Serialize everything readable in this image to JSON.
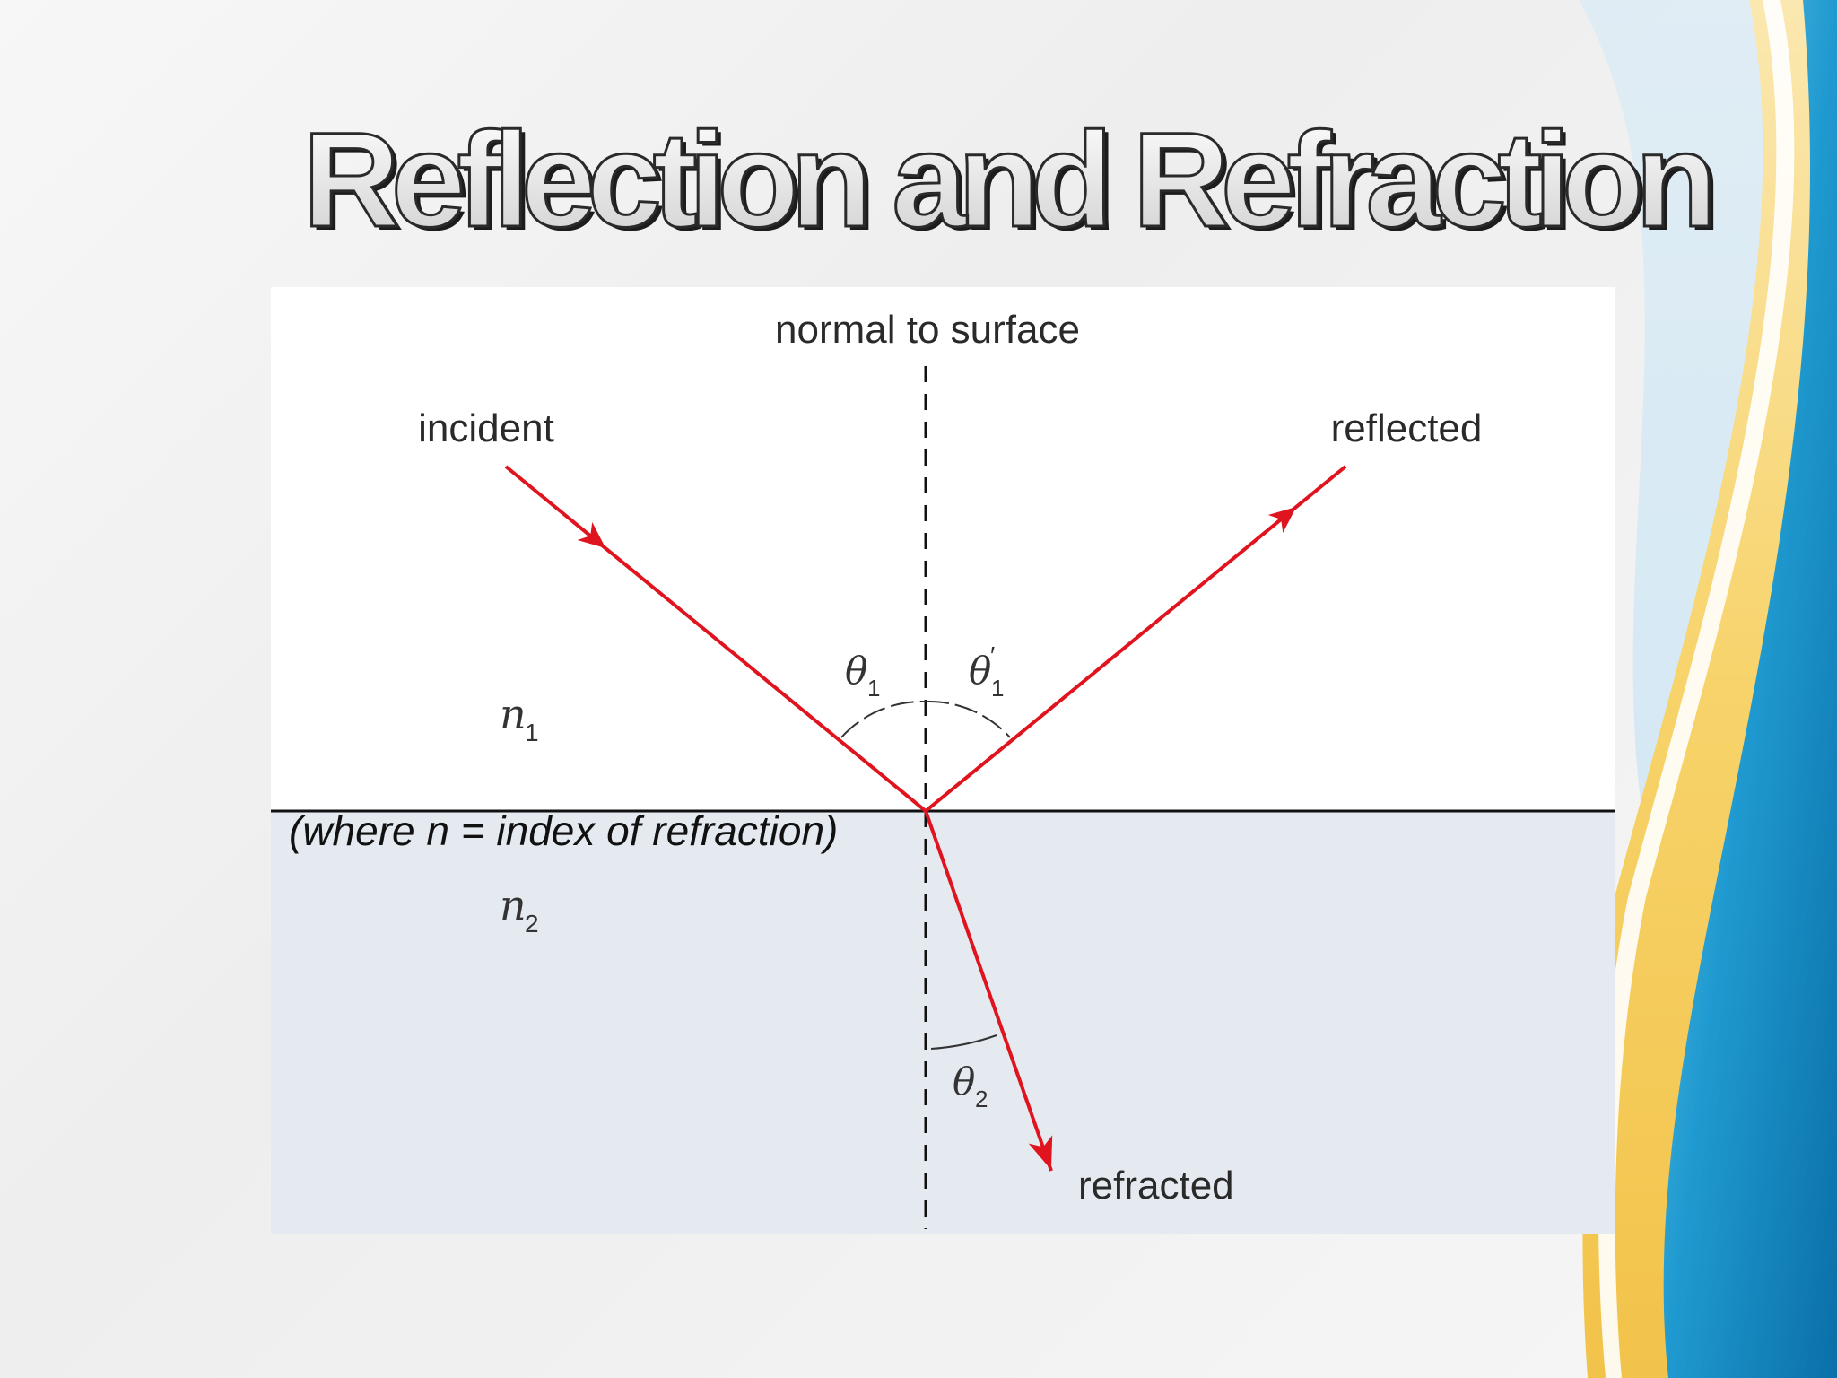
{
  "slide": {
    "title": "Reflection and Refraction"
  },
  "diagram": {
    "normal_label": "normal to surface",
    "incident_label": "incident",
    "reflected_label": "reflected",
    "refracted_label": "refracted",
    "note": "(where n = index of refraction)",
    "n1": {
      "symbol": "n",
      "sub": "1"
    },
    "n2": {
      "symbol": "n",
      "sub": "2"
    },
    "theta1": {
      "symbol": "θ",
      "sub": "1"
    },
    "theta1_prime": {
      "symbol": "θ",
      "prime": "′",
      "sub": "1"
    },
    "theta2": {
      "symbol": "θ",
      "sub": "2"
    },
    "colors": {
      "ray": "#e0141e",
      "lower_medium": "#e4eaf0",
      "upper_medium": "#ffffff",
      "accent_blue": "#1a8cc4",
      "accent_yellow": "#f7d36a"
    }
  }
}
